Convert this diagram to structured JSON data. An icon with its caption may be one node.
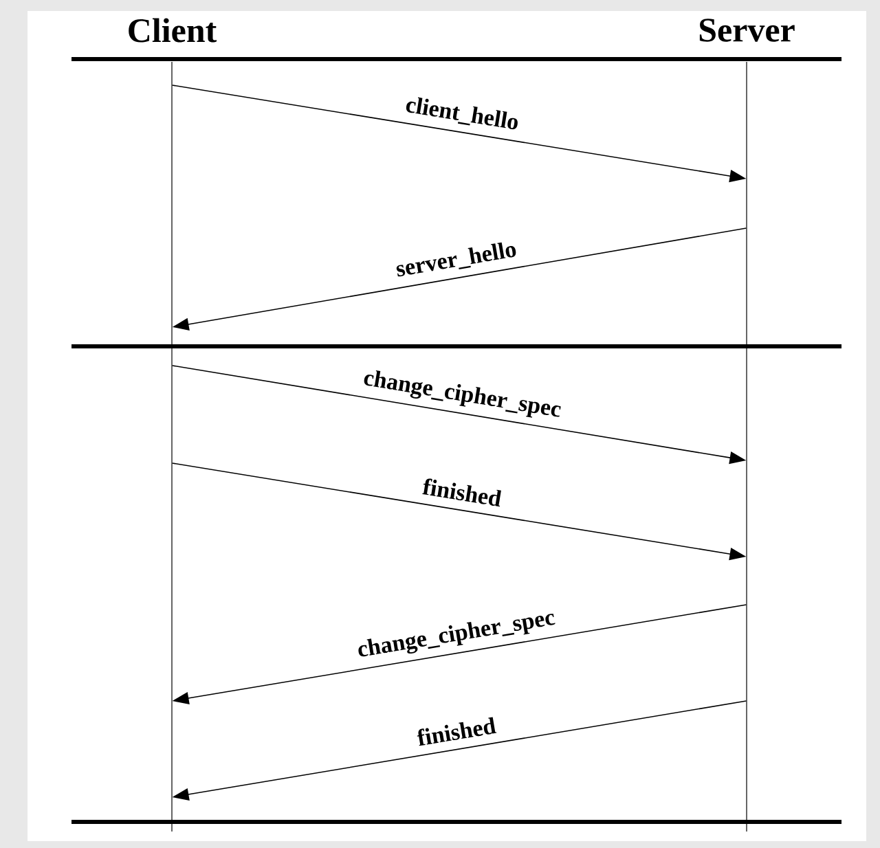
{
  "diagram": {
    "nodes": [
      {
        "text": [
          "Client"
        ]
      },
      {
        "text": [
          "Server"
        ]
      },
      {
        "text": [],
        "shape": "bar"
      },
      {
        "text": [],
        "shape": "bar"
      }
    ],
    "edges": [
      {
        "from": 2,
        "to": 3,
        "arrow": "to",
        "label": "client_hello"
      },
      {
        "from": 3,
        "to": 2,
        "arrow": "to",
        "label": "server_hello"
      },
      {
        "from": 2,
        "to": 3,
        "arrow": "to",
        "label": "change_cipher_spec"
      },
      {
        "from": 2,
        "to": 3,
        "arrow": "to",
        "label": "finished"
      },
      {
        "from": 3,
        "to": 2,
        "arrow": "to",
        "label": "change_cipher_spec"
      },
      {
        "from": 3,
        "to": 2,
        "arrow": "to",
        "label": "finished"
      }
    ]
  }
}
